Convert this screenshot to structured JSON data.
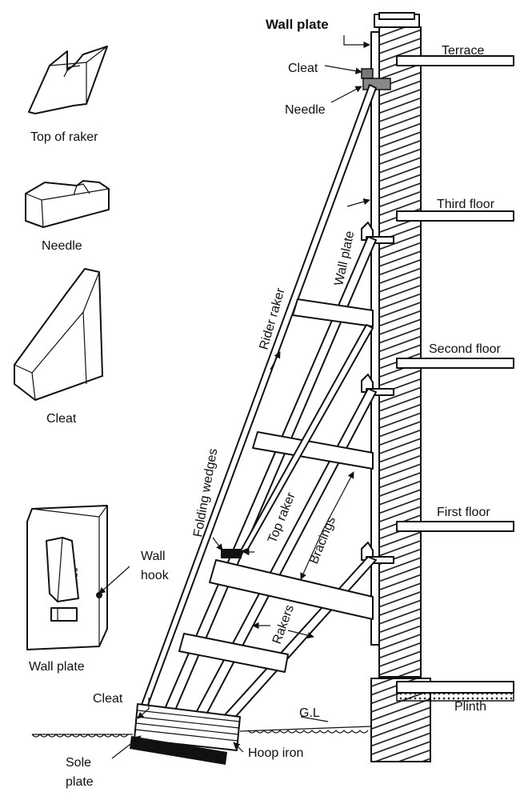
{
  "labels": {
    "wall_plate_top": "Wall plate",
    "terrace": "Terrace",
    "cleat_top": "Cleat",
    "needle_top": "Needle",
    "third_floor": "Third floor",
    "wall_plate_vertical": "Wall plate",
    "rider_raker": "Rider raker",
    "second_floor": "Second floor",
    "folding_wedges": "Folding wedges",
    "top_raker": "Top raker",
    "bracings": "Bracings",
    "first_floor": "First floor",
    "rakers": "Rakers",
    "wall_hook_line1": "Wall",
    "wall_hook_line2": "hook",
    "wall_plate_detail": "Wall plate",
    "cleat_bottom": "Cleat",
    "gl": "G.L",
    "hoop_iron": "Hoop iron",
    "plinth": "Plinth",
    "sole_plate_line1": "Sole",
    "sole_plate_line2": "plate",
    "top_of_raker": "Top of raker",
    "needle_detail": "Needle",
    "cleat_detail": "Cleat"
  }
}
